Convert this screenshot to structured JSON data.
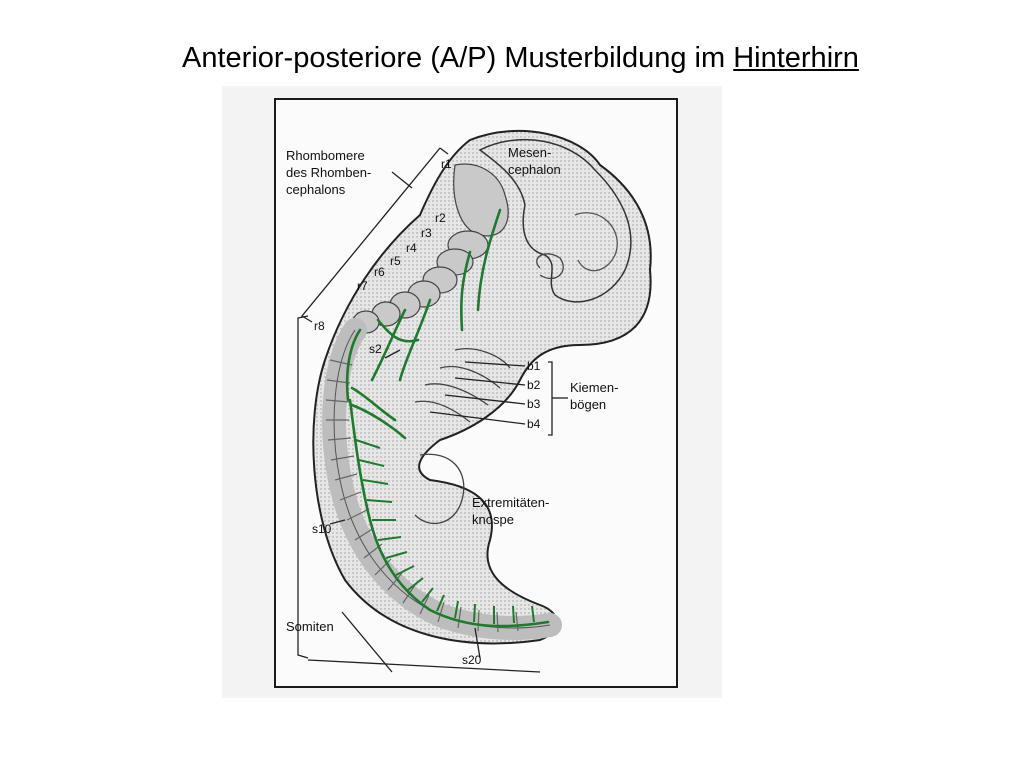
{
  "title": {
    "text": "Anterior-posteriore (A/P) Musterbildung im ",
    "link": "Hinterhirn"
  },
  "labels": {
    "rhombomere": [
      "Rhombomere",
      "des Rhomben-",
      "cephalons"
    ],
    "mesencephalon": [
      "Mesen-",
      "cephalon"
    ],
    "r1": "r1",
    "r2": "r2",
    "r3": "r3",
    "r4": "r4",
    "r5": "r5",
    "r6": "r6",
    "r7": "r7",
    "r8": "r8",
    "s2": "s2",
    "b1": "b1",
    "b2": "b2",
    "b3": "b3",
    "b4": "b4",
    "kiemenboegen": [
      "Kiemen-",
      "bögen"
    ],
    "extremitaeten": [
      "Extremitäten-",
      "knospe"
    ],
    "s10": "s10",
    "somiten": "Somiten",
    "s20": "s20"
  },
  "colors": {
    "nerve": "#1f7a2e",
    "embryo_fill": "#d9d9d9",
    "neural_tube": "#c4c4c4",
    "outline": "#222222"
  }
}
